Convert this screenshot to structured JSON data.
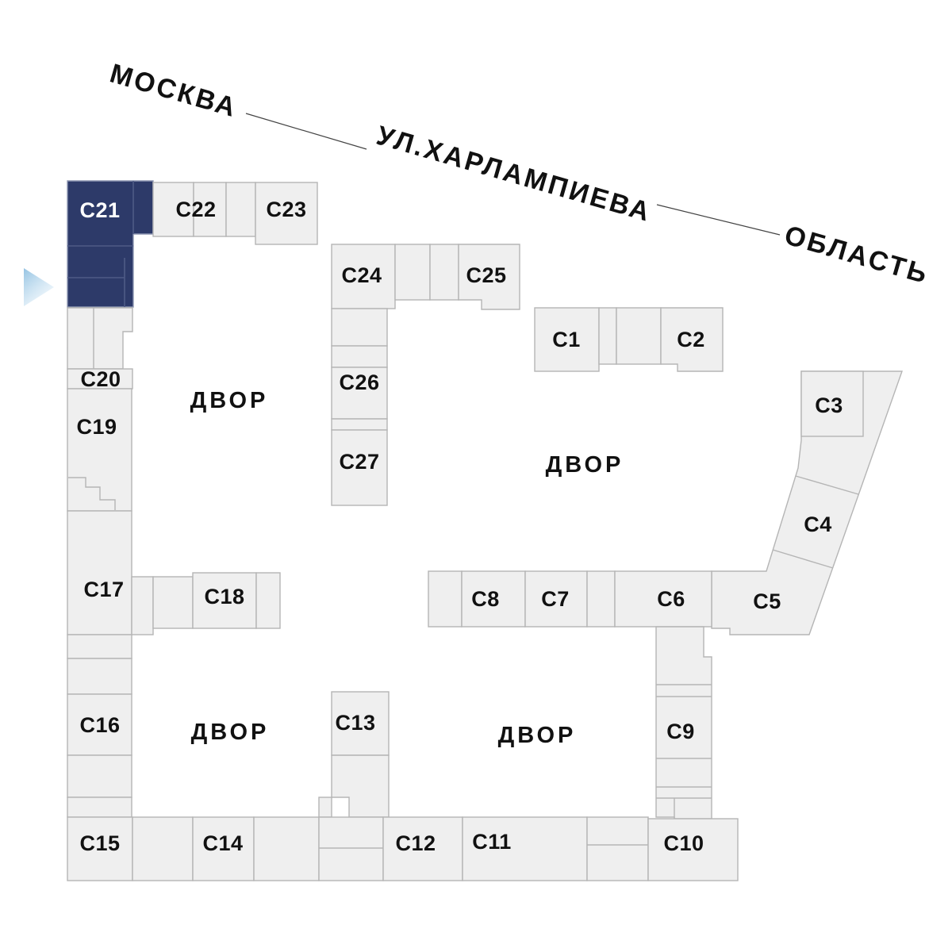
{
  "map": {
    "streets": {
      "moskva": "МОСКВА",
      "kharlampieva": "УЛ.ХАРЛАМПИЕВА",
      "oblast": "ОБЛАСТЬ"
    },
    "courtyard": "ДВОР",
    "highlighted_building": "C21",
    "colors": {
      "highlight": "#2d3a69",
      "building_fill": "#efefef",
      "building_stroke": "#b5b5b5",
      "arrow": "#8fc0e1",
      "label": "#111111"
    },
    "buildings": {
      "c1": "C1",
      "c2": "C2",
      "c3": "C3",
      "c4": "C4",
      "c5": "C5",
      "c6": "C6",
      "c7": "C7",
      "c8": "C8",
      "c9": "C9",
      "c10": "C10",
      "c11": "C11",
      "c12": "C12",
      "c13": "C13",
      "c14": "C14",
      "c15": "C15",
      "c16": "C16",
      "c17": "C17",
      "c18": "C18",
      "c19": "C19",
      "c20": "C20",
      "c21": "C21",
      "c22": "C22",
      "c23": "C23",
      "c24": "C24",
      "c25": "C25",
      "c26": "C26",
      "c27": "C27"
    }
  }
}
